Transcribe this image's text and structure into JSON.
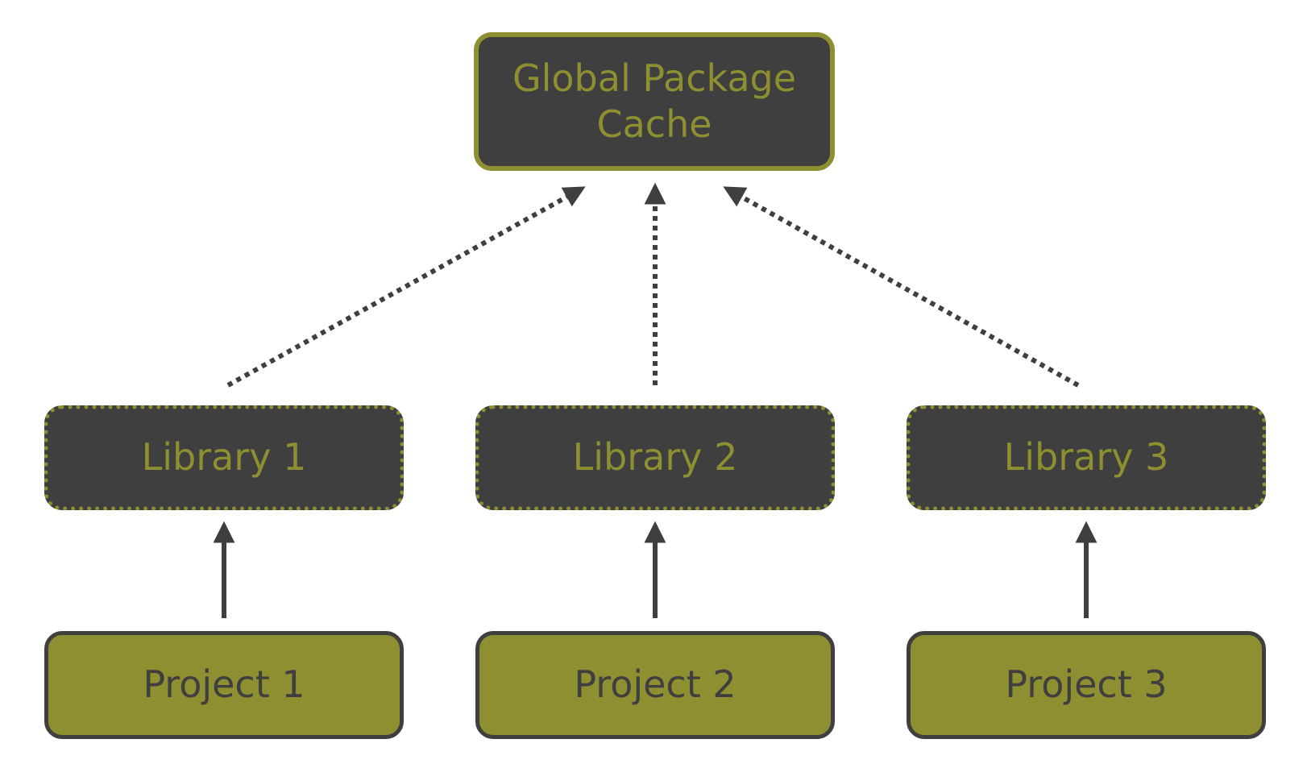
{
  "diagram": {
    "colors": {
      "olive": "#8e8f30",
      "dark": "#3f3f3f",
      "background": "#ffffff"
    },
    "cache": {
      "label": "Global Package Cache",
      "line1": "Global Package",
      "line2": "Cache"
    },
    "libraries": [
      {
        "label": "Library 1"
      },
      {
        "label": "Library 2"
      },
      {
        "label": "Library 3"
      }
    ],
    "projects": [
      {
        "label": "Project 1"
      },
      {
        "label": "Project 2"
      },
      {
        "label": "Project 3"
      }
    ],
    "edges": [
      {
        "from": "Project 1",
        "to": "Library 1",
        "style": "solid"
      },
      {
        "from": "Project 2",
        "to": "Library 2",
        "style": "solid"
      },
      {
        "from": "Project 3",
        "to": "Library 3",
        "style": "solid"
      },
      {
        "from": "Library 1",
        "to": "Global Package Cache",
        "style": "dotted"
      },
      {
        "from": "Library 2",
        "to": "Global Package Cache",
        "style": "dotted"
      },
      {
        "from": "Library 3",
        "to": "Global Package Cache",
        "style": "dotted"
      }
    ]
  }
}
